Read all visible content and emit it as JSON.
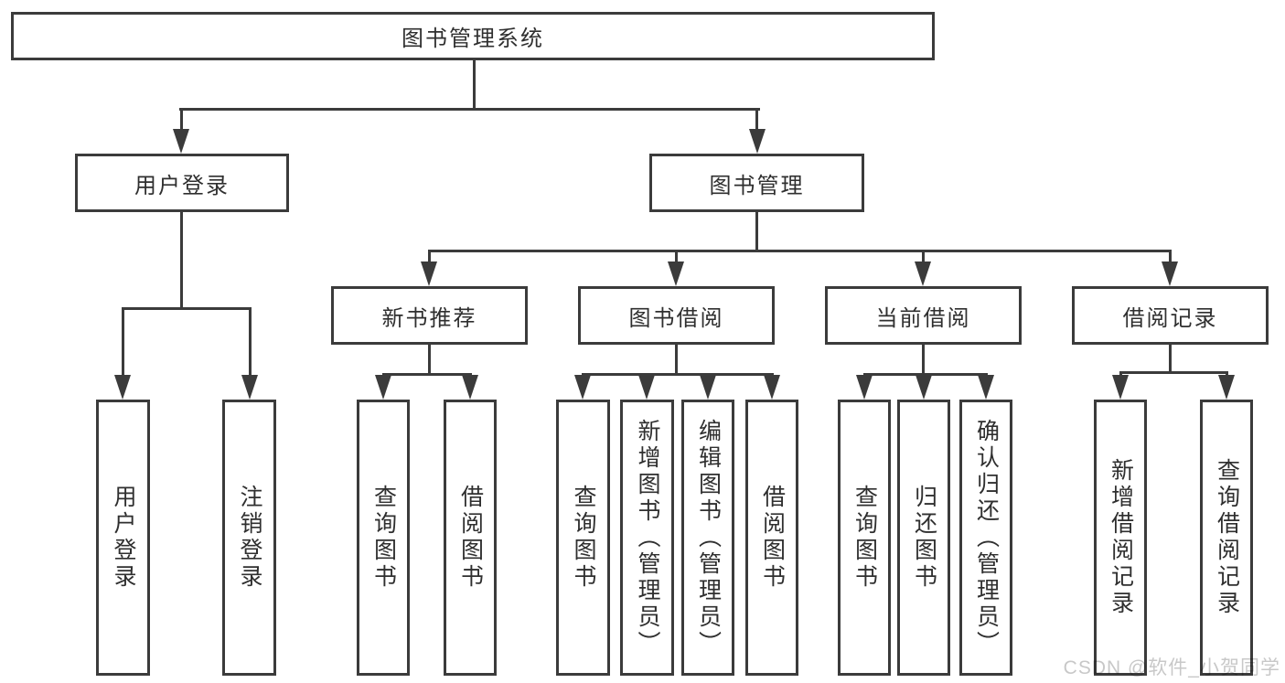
{
  "tree": {
    "root": {
      "label": "图书管理系统"
    },
    "branches": [
      {
        "label": "用户登录",
        "children": [
          {
            "label": "用户登录"
          },
          {
            "label": "注销登录"
          }
        ]
      },
      {
        "label": "图书管理",
        "sections": [
          {
            "label": "新书推荐",
            "children": [
              {
                "label": "查询图书"
              },
              {
                "label": "借阅图书"
              }
            ]
          },
          {
            "label": "图书借阅",
            "children": [
              {
                "label": "查询图书"
              },
              {
                "label": "新增图书（管理员）"
              },
              {
                "label": "编辑图书（管理员）"
              },
              {
                "label": "借阅图书"
              }
            ]
          },
          {
            "label": "当前借阅",
            "children": [
              {
                "label": "查询图书"
              },
              {
                "label": "归还图书"
              },
              {
                "label": "确认归还（管理员）"
              }
            ]
          },
          {
            "label": "借阅记录",
            "children": [
              {
                "label": "新增借阅记录"
              },
              {
                "label": "查询借阅记录"
              }
            ]
          }
        ]
      }
    ]
  },
  "watermark": {
    "text": "CSDN @软件_小贺同学"
  },
  "colors": {
    "line": "#3b3b3b",
    "text": "#2f2f2f",
    "background": "#ffffff",
    "watermark": "#c8c8c8"
  }
}
